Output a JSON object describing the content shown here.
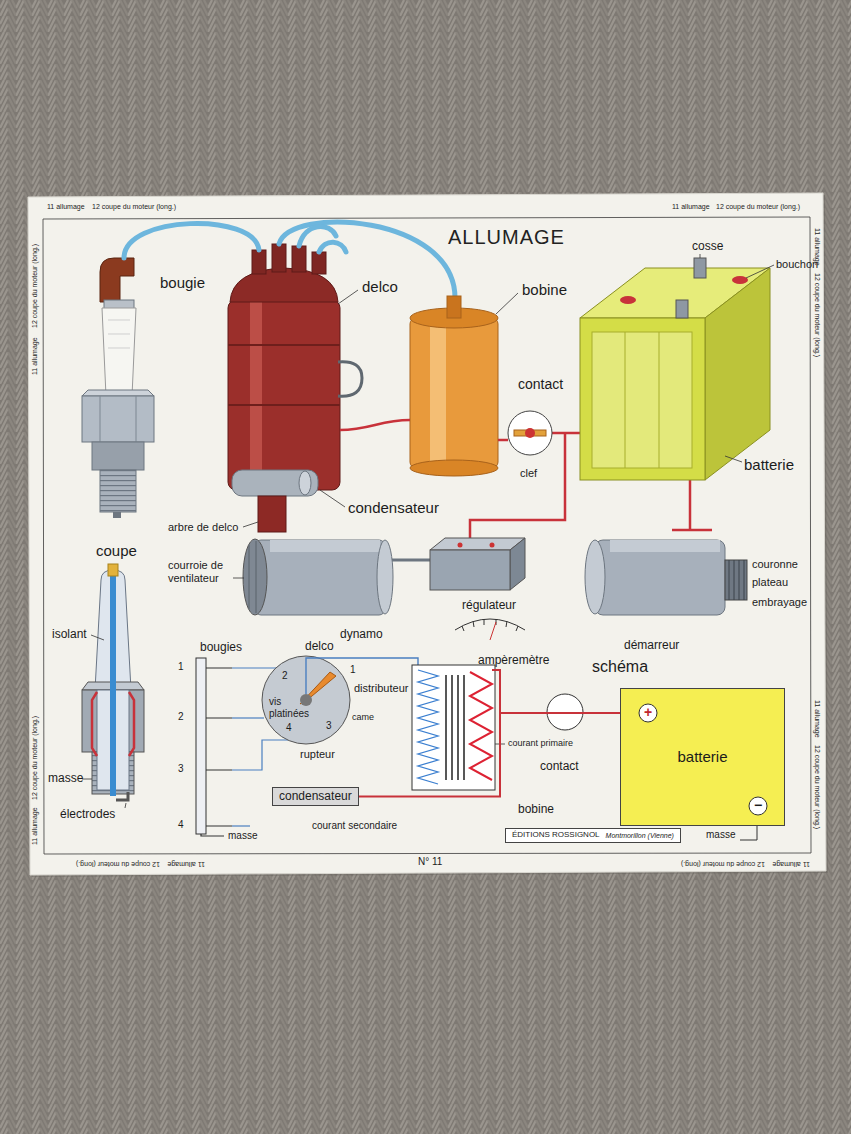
{
  "diagram": {
    "title": "ALLUMAGE",
    "nodes": [
      {
        "text": [
          "batterie"
        ]
      },
      {
        "text": [
          "+"
        ],
        "in": 0
      },
      {
        "text": [
          "−"
        ],
        "in": 0
      },
      {
        "text": [
          "condensateur"
        ]
      },
      {
        "text": [
          "ÉDITIONS ROSSIGNOL",
          "Montmorillon (Vienne)"
        ]
      }
    ],
    "edges": [
      {
        "from": 1,
        "to": 3,
        "arrow": "none"
      }
    ],
    "labels": [
      "11 allumage",
      "12 coupe du moteur (long.)",
      "11 allumage",
      "12 coupe du moteur (long.)",
      "bougie",
      "delco",
      "bobine",
      "cosse",
      "bouchon",
      "contact",
      "clef",
      "batterie",
      "condensateur",
      "arbre de delco",
      "coupe",
      "courroie de ventilateur",
      "couronne",
      "plateau",
      "embrayage",
      "régulateur",
      "isolant",
      "dynamo",
      "démarreur",
      "bougies",
      "delco",
      "ampèremètre",
      "schéma",
      "1",
      "2",
      "1",
      "distributeur",
      "vis platinées",
      "2",
      "came",
      "3",
      "4",
      "courant primaire",
      "rupteur",
      "contact",
      "3",
      "masse",
      "bobine",
      "électrodes",
      "4",
      "courant secondaire",
      "masse",
      "masse",
      "N° 11",
      "11 allumage",
      "12 coupe du moteur (long.)",
      "11 allumage",
      "12 coupe du moteur (long.)",
      "11 allumage",
      "12 coupe du moteur (long.)",
      "11 allumage",
      "12 coupe du moteur (long.)",
      "11 allumage",
      "12 coupe du moteur (long.)",
      "11 allumage",
      "12 coupe du moteur (long.)"
    ]
  }
}
